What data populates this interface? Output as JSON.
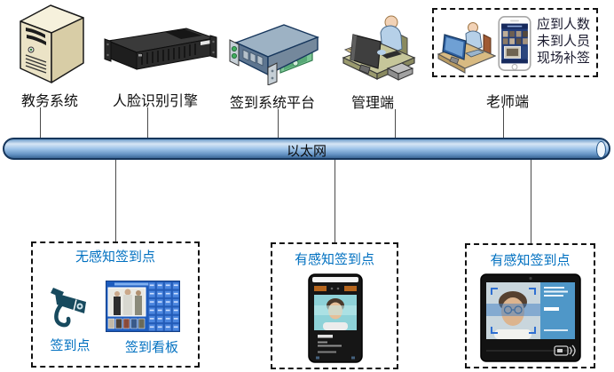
{
  "top_nodes": [
    {
      "label": "教务系统"
    },
    {
      "label": "人脸识别引擎"
    },
    {
      "label": "签到系统平台"
    },
    {
      "label": "管理端"
    },
    {
      "label": "老师端"
    }
  ],
  "teacher_panel": {
    "notes": [
      "应到人数",
      "未到人员",
      "现场补签"
    ]
  },
  "network": {
    "label": "以太网"
  },
  "bottom_boxes": [
    {
      "title": "无感知签到点",
      "items": [
        {
          "label": "签到点"
        },
        {
          "label": "签到看板"
        }
      ]
    },
    {
      "title": "有感知签到点"
    },
    {
      "title": "有感知签到点"
    }
  ],
  "colors": {
    "accent_blue": "#0070C0",
    "ethernet_fill": "#9CC2E8",
    "outline": "#16365C",
    "camera_teal": "#174A5E"
  }
}
